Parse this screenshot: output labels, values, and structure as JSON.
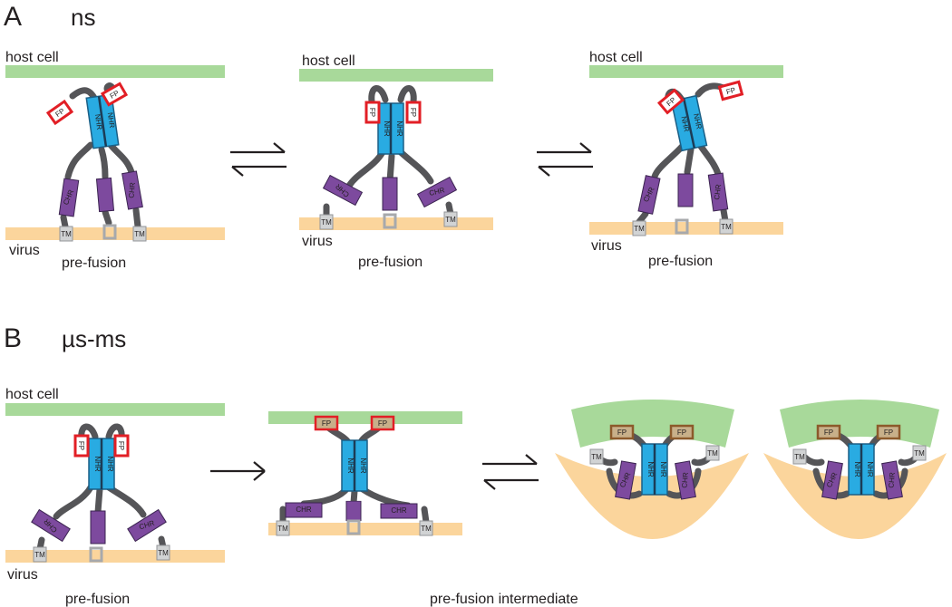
{
  "panels": {
    "a": {
      "letter": "A",
      "timescale": "ns"
    },
    "b": {
      "letter": "B",
      "timescale": "µs-ms"
    }
  },
  "labels": {
    "host_cell": "host cell",
    "virus": "virus",
    "pre_fusion": "pre-fusion",
    "pre_fusion_intermediate": "pre-fusion intermediate"
  },
  "domains": {
    "fp": "FP",
    "nhr": "NHR",
    "chr": "CHR",
    "tm": "TM"
  },
  "colors": {
    "host_membrane": "#a8d99a",
    "virus_membrane": "#fbd59c",
    "nhr": "#29abe2",
    "chr": "#7d4a9e",
    "fp_border": "#e21f26",
    "loop": "#555558"
  }
}
